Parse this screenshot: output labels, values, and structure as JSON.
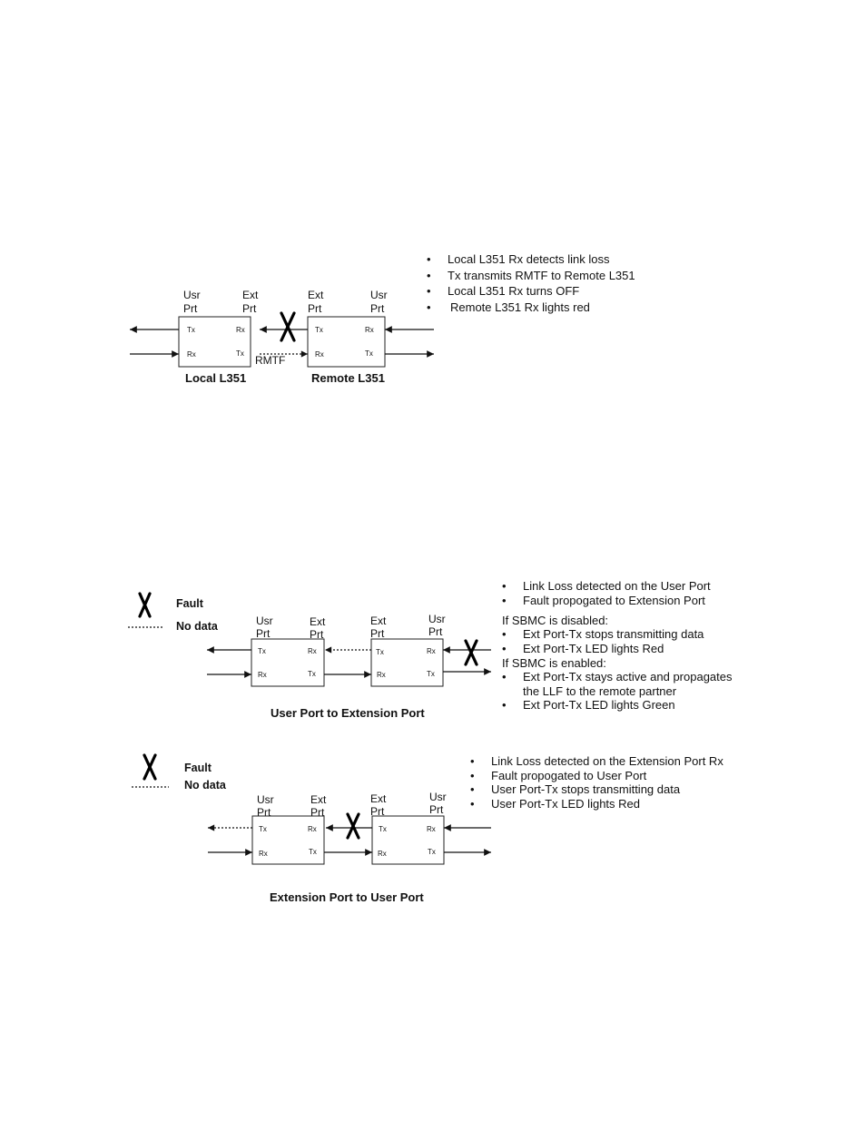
{
  "diagram1": {
    "local": {
      "usr": [
        "Usr",
        "Prt"
      ],
      "ext": [
        "Ext",
        "Prt"
      ],
      "tx": "Tx",
      "rx": "Rx",
      "tx2": "Tx",
      "rx2": "Rx",
      "caption": "Local L351"
    },
    "remote": {
      "usr": [
        "Usr",
        "Prt"
      ],
      "ext": [
        "Ext",
        "Prt"
      ],
      "tx": "Tx",
      "rx": "Rx",
      "tx2": "Tx",
      "rx2": "Rx",
      "caption": "Remote L351"
    },
    "signal": "RMTF",
    "bullets": [
      "Local L351 Rx detects link loss",
      "Tx transmits RMTF to Remote L351",
      "Local L351 Rx turns OFF",
      "Remote L351 Rx lights red"
    ]
  },
  "legend": {
    "fault": "Fault",
    "nodata": "No data"
  },
  "diagram2": {
    "left": {
      "usr": [
        "Usr",
        "Prt"
      ],
      "ext": [
        "Ext",
        "Prt"
      ],
      "tx": "Tx",
      "rx": "Rx",
      "rx2": "Rx",
      "tx2": "Tx"
    },
    "right": {
      "ext": [
        "Ext",
        "Prt"
      ],
      "usr": [
        "Usr",
        "Prt"
      ],
      "tx": "Tx",
      "rx": "Rx",
      "rx2": "Rx",
      "tx2": "Tx"
    },
    "caption": "User Port to Extension Port",
    "bullets_top": [
      "Link Loss detected on the User Port",
      "Fault propogated to Extension Port"
    ],
    "disabled_heading": "If SBMC is disabled:",
    "bullets_disabled": [
      "Ext Port-Tx stops transmitting data",
      "Ext Port-Tx LED lights Red"
    ],
    "enabled_heading": "If SBMC is enabled:",
    "bullets_enabled": [
      "Ext Port-Tx stays active and propagates the LLF to the remote partner",
      "Ext Port-Tx LED lights Green"
    ]
  },
  "diagram3": {
    "left": {
      "usr": [
        "Usr",
        "Prt"
      ],
      "ext": [
        "Ext",
        "Prt"
      ],
      "tx": "Tx",
      "rx": "Rx",
      "rx2": "Rx",
      "tx2": "Tx"
    },
    "right": {
      "ext": [
        "Ext",
        "Prt"
      ],
      "usr": [
        "Usr",
        "Prt"
      ],
      "tx": "Tx",
      "rx": "Rx",
      "rx2": "Rx",
      "tx2": "Tx"
    },
    "caption": "Extension Port to User Port",
    "bullets": [
      "Link Loss detected on the Extension Port Rx",
      "Fault propogated to User Port",
      "User Port-Tx stops transmitting data",
      "User Port-Tx LED lights Red"
    ]
  }
}
